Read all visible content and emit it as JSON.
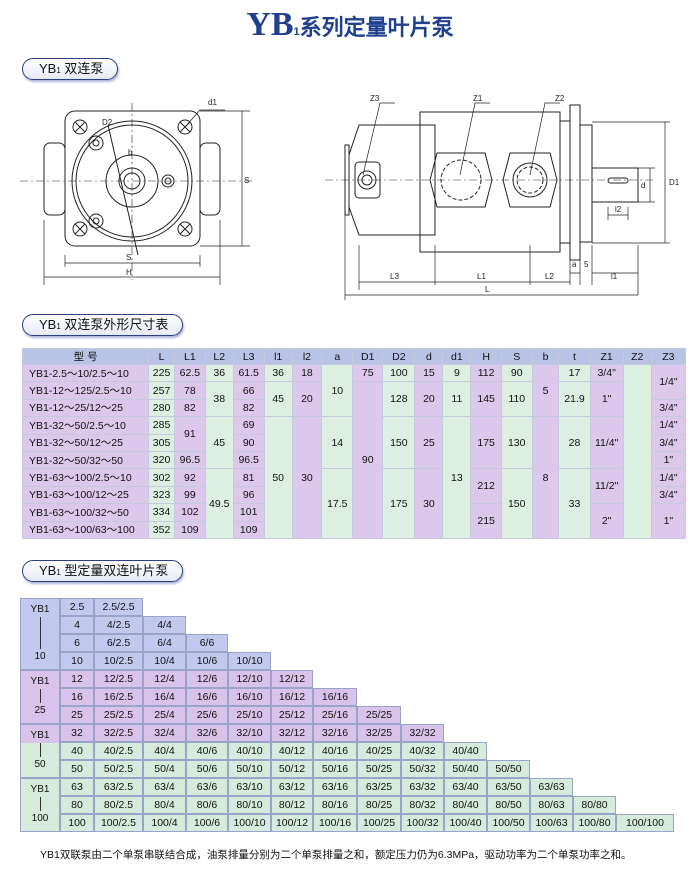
{
  "title": {
    "main": "YB",
    "sub": "1",
    "cn": "系列定量叶片泵"
  },
  "sections": {
    "s1": {
      "prefix": "YB",
      "sub": "1",
      "label": " 双连泵"
    },
    "s2": {
      "prefix": "YB",
      "sub": "1",
      "label": " 双连泵外形尺寸表"
    },
    "s3": {
      "prefix": "YB",
      "sub": "1",
      "label": " 型定量双连叶片泵"
    }
  },
  "drawing_labels": {
    "front": {
      "d1": "d1",
      "D2": "D2",
      "b": "b",
      "S_v": "S",
      "S_h": "S",
      "H": "H"
    },
    "side": {
      "Z3": "Z3",
      "Z1": "Z1",
      "Z2": "Z2",
      "d": "d",
      "D1": "D1",
      "l2": "l2",
      "a": "a",
      "five": "5",
      "L3": "L3",
      "L1": "L1",
      "L2": "L2",
      "l1": "l1",
      "L": "L"
    }
  },
  "dim_table": {
    "headers": [
      "型 号",
      "L",
      "L1",
      "L2",
      "L3",
      "l1",
      "l2",
      "a",
      "D1",
      "D2",
      "d",
      "d1",
      "H",
      "S",
      "b",
      "t",
      "Z1",
      "Z2",
      "Z3"
    ],
    "rows": [
      [
        {
          "c": 0,
          "v": "YB1-2.5～10/2.5～10"
        },
        {
          "c": 1,
          "v": "225"
        },
        {
          "c": 2,
          "v": "62.5"
        },
        {
          "c": 3,
          "v": "36"
        },
        {
          "c": 4,
          "v": "61.5"
        },
        {
          "c": 5,
          "v": "36"
        },
        {
          "c": 6,
          "v": "18"
        },
        {
          "c": 7,
          "v": "10",
          "rs": 3
        },
        {
          "c": 8,
          "v": "75"
        },
        {
          "c": 9,
          "v": "100"
        },
        {
          "c": 10,
          "v": "15"
        },
        {
          "c": 11,
          "v": "9"
        },
        {
          "c": 12,
          "v": "112"
        },
        {
          "c": 13,
          "v": "90"
        },
        {
          "c": 14,
          "v": "5",
          "rs": 3
        },
        {
          "c": 15,
          "v": "17"
        },
        {
          "c": 16,
          "v": "3/4\""
        },
        {
          "c": 17,
          "v": "",
          "rs": 10
        },
        {
          "c": 18,
          "v": "1/4\"",
          "rs": 2
        }
      ],
      [
        {
          "c": 0,
          "v": "YB1-12～125/2.5～10"
        },
        {
          "c": 1,
          "v": "257"
        },
        {
          "c": 2,
          "v": "78"
        },
        {
          "c": 3,
          "v": "38",
          "rs": 2
        },
        {
          "c": 4,
          "v": "66"
        },
        {
          "c": 5,
          "v": "45",
          "rs": 2
        },
        {
          "c": 6,
          "v": "20",
          "rs": 2
        },
        {
          "c": 8,
          "v": "90",
          "rs": 9
        },
        {
          "c": 9,
          "v": "128",
          "rs": 2
        },
        {
          "c": 10,
          "v": "20",
          "rs": 2
        },
        {
          "c": 11,
          "v": "11",
          "rs": 2
        },
        {
          "c": 12,
          "v": "145",
          "rs": 2
        },
        {
          "c": 13,
          "v": "110",
          "rs": 2
        },
        {
          "c": 15,
          "v": "21.9",
          "rs": 2
        },
        {
          "c": 16,
          "v": "1\"",
          "rs": 2
        }
      ],
      [
        {
          "c": 0,
          "v": "YB1-12～25/12～25"
        },
        {
          "c": 1,
          "v": "280"
        },
        {
          "c": 2,
          "v": "82"
        },
        {
          "c": 4,
          "v": "82"
        },
        {
          "c": 18,
          "v": "3/4\""
        }
      ],
      [
        {
          "c": 0,
          "v": "YB1-32～50/2.5～10"
        },
        {
          "c": 1,
          "v": "285"
        },
        {
          "c": 2,
          "v": "91",
          "rs": 2
        },
        {
          "c": 3,
          "v": "45",
          "rs": 3
        },
        {
          "c": 4,
          "v": "69"
        },
        {
          "c": 5,
          "v": "50",
          "rs": 7
        },
        {
          "c": 6,
          "v": "30",
          "rs": 7
        },
        {
          "c": 7,
          "v": "14",
          "rs": 3
        },
        {
          "c": 9,
          "v": "150",
          "rs": 3
        },
        {
          "c": 10,
          "v": "25",
          "rs": 3
        },
        {
          "c": 11,
          "v": "13",
          "rs": 7
        },
        {
          "c": 12,
          "v": "175",
          "rs": 3
        },
        {
          "c": 13,
          "v": "130",
          "rs": 3
        },
        {
          "c": 14,
          "v": "8",
          "rs": 7
        },
        {
          "c": 15,
          "v": "28",
          "rs": 3
        },
        {
          "c": 16,
          "v": "11/4\"",
          "rs": 3
        },
        {
          "c": 18,
          "v": "1/4\""
        }
      ],
      [
        {
          "c": 0,
          "v": "YB1-32～50/12～25"
        },
        {
          "c": 1,
          "v": "305"
        },
        {
          "c": 4,
          "v": "90"
        },
        {
          "c": 18,
          "v": "3/4\""
        }
      ],
      [
        {
          "c": 0,
          "v": "YB1-32～50/32～50"
        },
        {
          "c": 1,
          "v": "320"
        },
        {
          "c": 2,
          "v": "96.5"
        },
        {
          "c": 4,
          "v": "96.5"
        },
        {
          "c": 18,
          "v": "1\""
        }
      ],
      [
        {
          "c": 0,
          "v": "YB1-63～100/2.5～10"
        },
        {
          "c": 1,
          "v": "302"
        },
        {
          "c": 2,
          "v": "92"
        },
        {
          "c": 3,
          "v": "49.5",
          "rs": 4
        },
        {
          "c": 4,
          "v": "81"
        },
        {
          "c": 7,
          "v": "17.5",
          "rs": 4
        },
        {
          "c": 9,
          "v": "175",
          "rs": 4
        },
        {
          "c": 10,
          "v": "30",
          "rs": 4
        },
        {
          "c": 12,
          "v": "212",
          "rs": 2
        },
        {
          "c": 13,
          "v": "150",
          "rs": 4
        },
        {
          "c": 15,
          "v": "33",
          "rs": 4
        },
        {
          "c": 16,
          "v": "11/2\"",
          "rs": 2
        },
        {
          "c": 18,
          "v": "1/4\""
        }
      ],
      [
        {
          "c": 0,
          "v": "YB1-63～100/12～25"
        },
        {
          "c": 1,
          "v": "323"
        },
        {
          "c": 2,
          "v": "99"
        },
        {
          "c": 4,
          "v": "96"
        },
        {
          "c": 18,
          "v": "3/4\""
        }
      ],
      [
        {
          "c": 0,
          "v": "YB1-63～100/32～50"
        },
        {
          "c": 1,
          "v": "334"
        },
        {
          "c": 2,
          "v": "102"
        },
        {
          "c": 4,
          "v": "101"
        },
        {
          "c": 12,
          "v": "215",
          "rs": 2
        },
        {
          "c": 16,
          "v": "2\"",
          "rs": 2
        },
        {
          "c": 18,
          "v": "1\"",
          "rs": 2
        }
      ],
      [
        {
          "c": 0,
          "v": "YB1-63～100/63～100"
        },
        {
          "c": 1,
          "v": "352"
        },
        {
          "c": 2,
          "v": "109"
        },
        {
          "c": 4,
          "v": "109"
        }
      ]
    ]
  },
  "combo_table": {
    "displacements": [
      "2.5",
      "4",
      "6",
      "10",
      "12",
      "16",
      "25",
      "32",
      "40",
      "50",
      "63",
      "80",
      "100"
    ],
    "groups": [
      {
        "top": "YB1",
        "bottom": "10",
        "rows": 4
      },
      {
        "top": "YB1",
        "bottom": "25",
        "rows": 3
      },
      {
        "top": "YB1",
        "bottom": "50",
        "rows": 3
      },
      {
        "top": "YB1",
        "bottom": "100",
        "rows": 3
      }
    ],
    "colors": {
      "blue": "#c3c8ee",
      "purple": "#d9c3ea",
      "green": "#d6ebdb"
    }
  },
  "footer": "YB1双联泵由二个单泵串联结合成，油泵排量分别为二个单泵排量之和，额定压力仍为6.3MPa，驱动功率为二个单泵功率之和。"
}
